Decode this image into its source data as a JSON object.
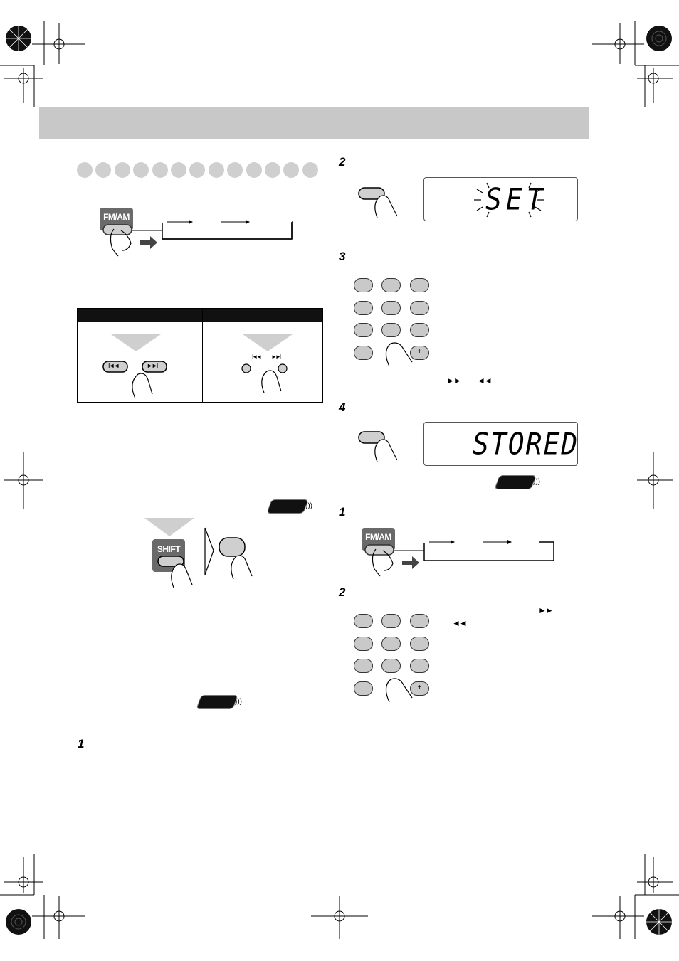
{
  "section": {
    "header_title": ""
  },
  "steps_left": {
    "step1_number": "1"
  },
  "steps_right": {
    "step2_number": "2",
    "step3_number": "3",
    "step4_number": "4",
    "step1b_number": "1",
    "step2b_number": "2"
  },
  "buttons": {
    "fmam_label": "FM/AM",
    "fmam_label_b": "FM/AM",
    "shift_label": "SHIFT",
    "plus_sign": "+"
  },
  "displays": {
    "set_text": "SET",
    "stored_text": "STORED"
  },
  "arrows": {
    "ff_glyph": "►►",
    "rew_glyph": "◄◄",
    "skip_back_glyph": "I◄◄",
    "skip_fwd_glyph": "►►I"
  },
  "colors": {
    "header_band": "#c8c8c8",
    "dot": "#cfcfcf",
    "key": "#c9c9c9"
  }
}
